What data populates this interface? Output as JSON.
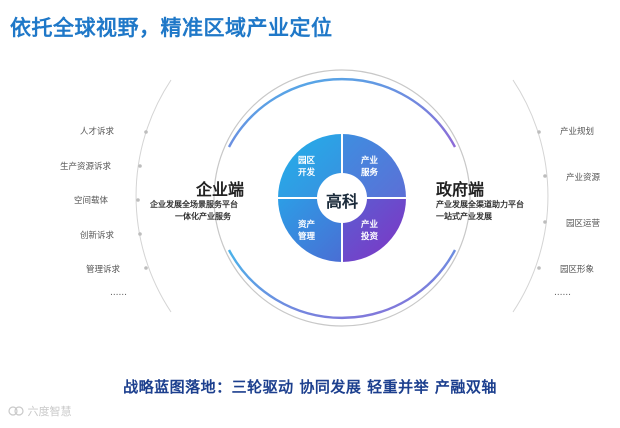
{
  "title": "依托全球视野，精准区域产业定位",
  "left": {
    "items": [
      "人才诉求",
      "生产资源诉求",
      "空间载体",
      "创新诉求",
      "管理诉求",
      "……"
    ],
    "heading": "企业端",
    "desc": [
      "企业发展全场景服务平台",
      "一体化产业服务"
    ]
  },
  "right": {
    "items": [
      "产业规划",
      "产业资源",
      "园区运营",
      "园区形象",
      "……"
    ],
    "heading": "政府端",
    "desc": [
      "产业发展全渠道助力平台",
      "一站式产业发展"
    ]
  },
  "wheel": {
    "center": "高科",
    "segments": [
      {
        "line1": "园区",
        "line2": "开发"
      },
      {
        "line1": "产业",
        "line2": "服务"
      },
      {
        "line1": "资产",
        "line2": "管理"
      },
      {
        "line1": "产业",
        "line2": "投资"
      }
    ]
  },
  "footer": "战略蓝图落地：三轮驱动 协同发展 轻重并举 产融双轴",
  "watermark": "六度智慧",
  "colors": {
    "title": "#1f78c8",
    "footer": "#1c3f8e",
    "seg_tl": "#2aa6e6",
    "seg_tr": "#4d7fd9",
    "seg_bl": "#3f7fd6",
    "seg_br": "#7a3fc8",
    "ring_guide": "#cfcfcf",
    "orbit": "#5aaae6"
  }
}
